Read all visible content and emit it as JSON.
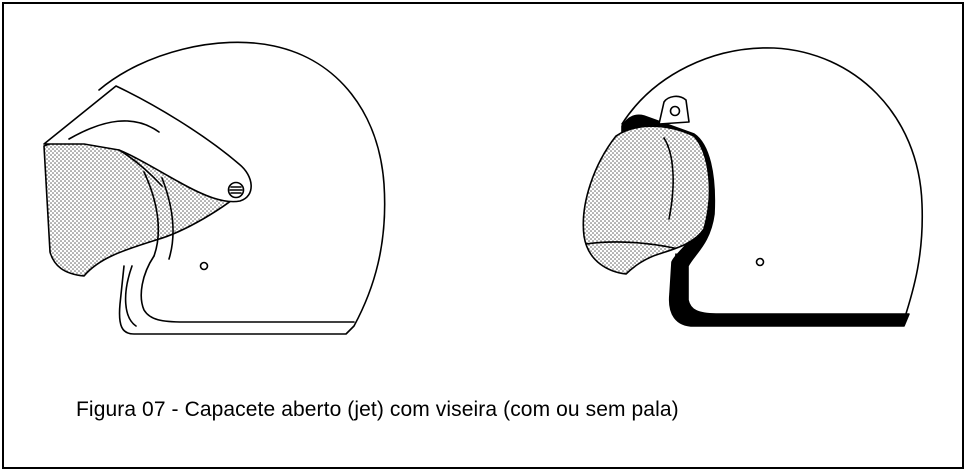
{
  "figure": {
    "caption": "Figura 07 - Capacete aberto (jet) com viseira (com ou sem pala)"
  },
  "helmets": [
    {
      "id": "helmet-with-peak",
      "has_peak": true,
      "visor_shading": "dotted"
    },
    {
      "id": "helmet-without-peak",
      "has_peak": false,
      "visor_shading": "dotted",
      "trim": "black"
    }
  ]
}
